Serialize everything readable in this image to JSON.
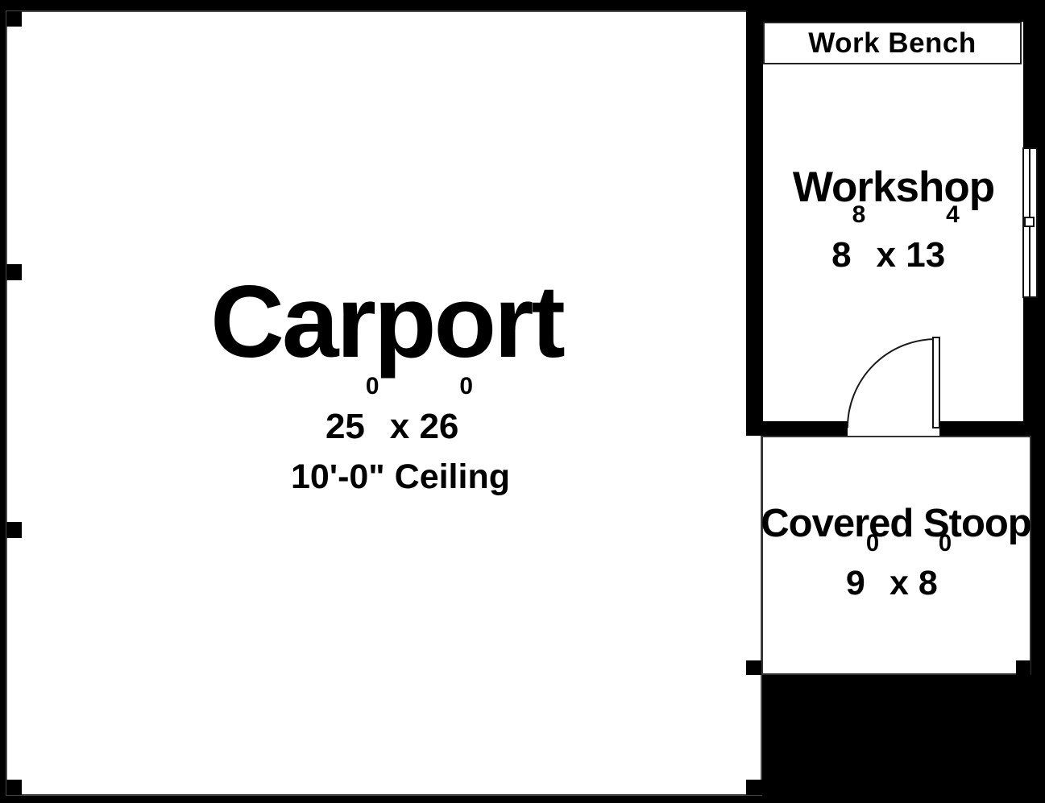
{
  "colors": {
    "background": "#000000",
    "walls": "#000000",
    "floor": "#ffffff",
    "outline": "#4a4a4a",
    "text": "#000000"
  },
  "rooms": {
    "carport": {
      "name": "Carport",
      "dim": {
        "w": "25",
        "w_sup": "0",
        "sep": " x ",
        "l": "26",
        "l_sup": "0"
      },
      "ceiling": "10'-0\" Ceiling"
    },
    "workshop": {
      "name": "Workshop",
      "dim": {
        "w": "8",
        "w_sup": "8",
        "sep": " x ",
        "l": "13",
        "l_sup": "4"
      }
    },
    "covered_stoop": {
      "name": "Covered Stoop",
      "dim": {
        "w": "9",
        "w_sup": "0",
        "sep": " x ",
        "l": "8",
        "l_sup": "0"
      }
    }
  },
  "labels": {
    "work_bench": "Work Bench"
  },
  "fixtures": {
    "door": "hinged-door-swing",
    "window": "double-hung-window",
    "posts": "structural-post"
  }
}
